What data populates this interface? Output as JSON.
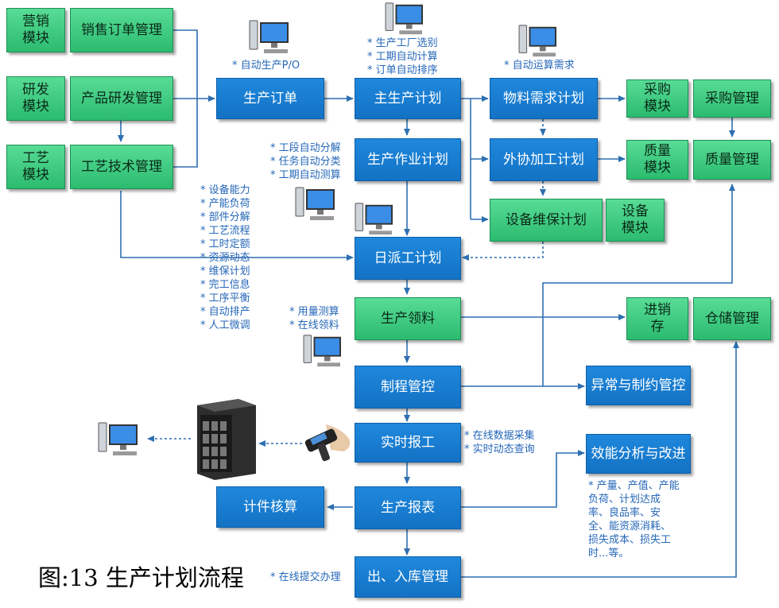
{
  "title": "图:13 生产计划流程",
  "modules": {
    "sales": "营销\n模块",
    "rnd": "研发\n模块",
    "craft": "工艺\n模块",
    "purchase": "采购\n模块",
    "quality": "质量\n模块",
    "equipment": "设备\n模块",
    "inventory": "进销\n存"
  },
  "boxes": {
    "sales_order": "销售订单管理",
    "product_rnd": "产品研发管理",
    "craft_tech": "工艺技术管理",
    "production_order": "生产订单",
    "master_plan": "主生产计划",
    "material_plan": "物料需求计划",
    "purchase_mgmt": "采购管理",
    "work_plan": "生产作业计划",
    "outsource_plan": "外协加工计划",
    "quality_mgmt": "质量管理",
    "maintenance_plan": "设备维保计划",
    "dispatch_plan": "日派工计划",
    "material_pick": "生产领料",
    "warehouse_mgmt": "仓储管理",
    "process_control": "制程管控",
    "exception_control": "异常与制约管控",
    "realtime_report": "实时报工",
    "efficiency": "效能分析与改进",
    "piece_rate": "计件核算",
    "production_report": "生产报表",
    "warehouse_io": "出、入库管理"
  },
  "notes": {
    "po_auto": "* 自动生产P/O",
    "master": "* 生产工厂选别\n* 工期自动计算\n* 订单自动排序",
    "mrp": "* 自动运算需求",
    "work": "* 工段自动分解\n* 任务自动分类\n* 工期自动测算",
    "dispatch_list": "* 设备能力\n* 产能负荷\n* 部件分解\n* 工艺流程\n* 工时定额\n* 资源动态\n* 维保计划\n* 完工信息\n* 工序平衡\n* 自动排产\n* 人工微调",
    "pick": "* 用量测算\n* 在线领料",
    "realtime": "* 在线数据采集\n* 实时动态查询",
    "efficiency": "* 产量、产值、产能\n负荷、计划达成\n率、良品率、安\n全、能资源消耗、\n损失成本、损失工\n时...等。",
    "submit": "* 在线提交办理"
  },
  "icons": [
    "computer-icon",
    "server-icon",
    "handheld-scanner-icon"
  ],
  "colors": {
    "blue": "#1a7fd4",
    "green": "#3dca7f",
    "line": "#2e6fb0",
    "note": "#2567b8"
  }
}
